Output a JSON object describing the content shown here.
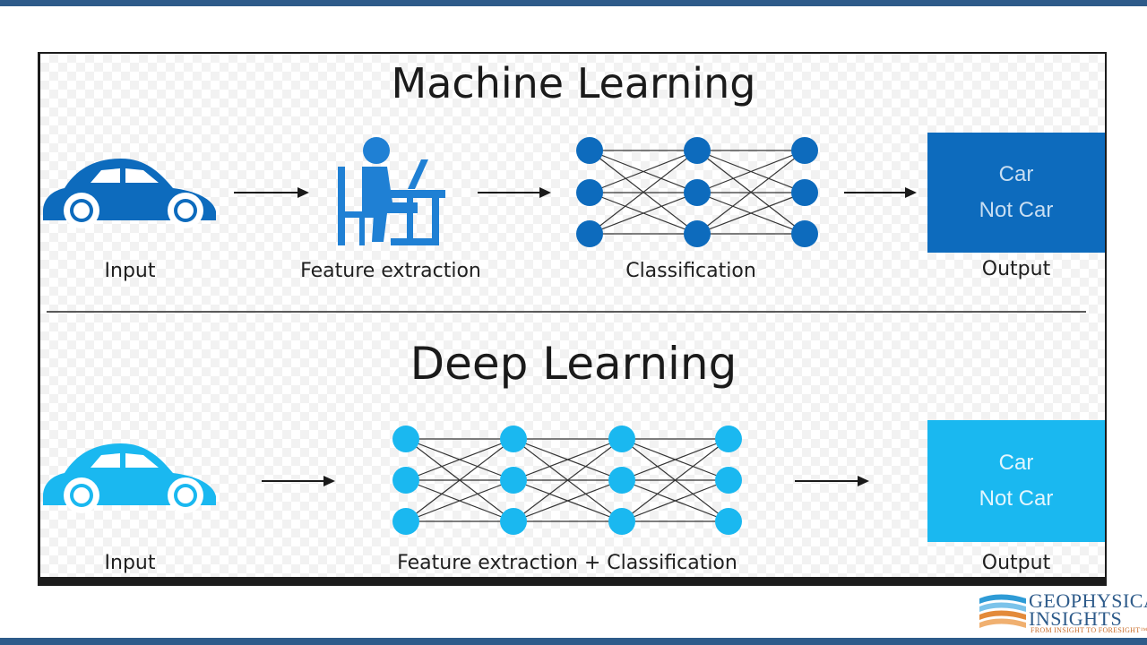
{
  "colors": {
    "ml_blue": "#0d6bbd",
    "dl_blue": "#1ab8f0",
    "frame_bar": "#2e5b8a",
    "logo_orange": "#e38a3a"
  },
  "machine_learning": {
    "title": "Machine Learning",
    "input_label": "Input",
    "feature_label": "Feature extraction",
    "classification_label": "Classification",
    "output_label": "Output",
    "output_box": [
      "Car",
      "Not Car"
    ],
    "icons": [
      "car-icon",
      "person-at-computer-icon",
      "neural-network-icon",
      "arrow-right-icon"
    ]
  },
  "deep_learning": {
    "title": "Deep Learning",
    "input_label": "Input",
    "combined_label": "Feature extraction + Classification",
    "output_label": "Output",
    "output_box": [
      "Car",
      "Not Car"
    ],
    "icons": [
      "car-icon",
      "neural-network-icon",
      "arrow-right-icon"
    ]
  },
  "logo": {
    "name_line1": "GEOPHYSICAL",
    "name_line2": "INSIGHTS",
    "tagline": "FROM INSIGHT TO FORESIGHT™"
  }
}
